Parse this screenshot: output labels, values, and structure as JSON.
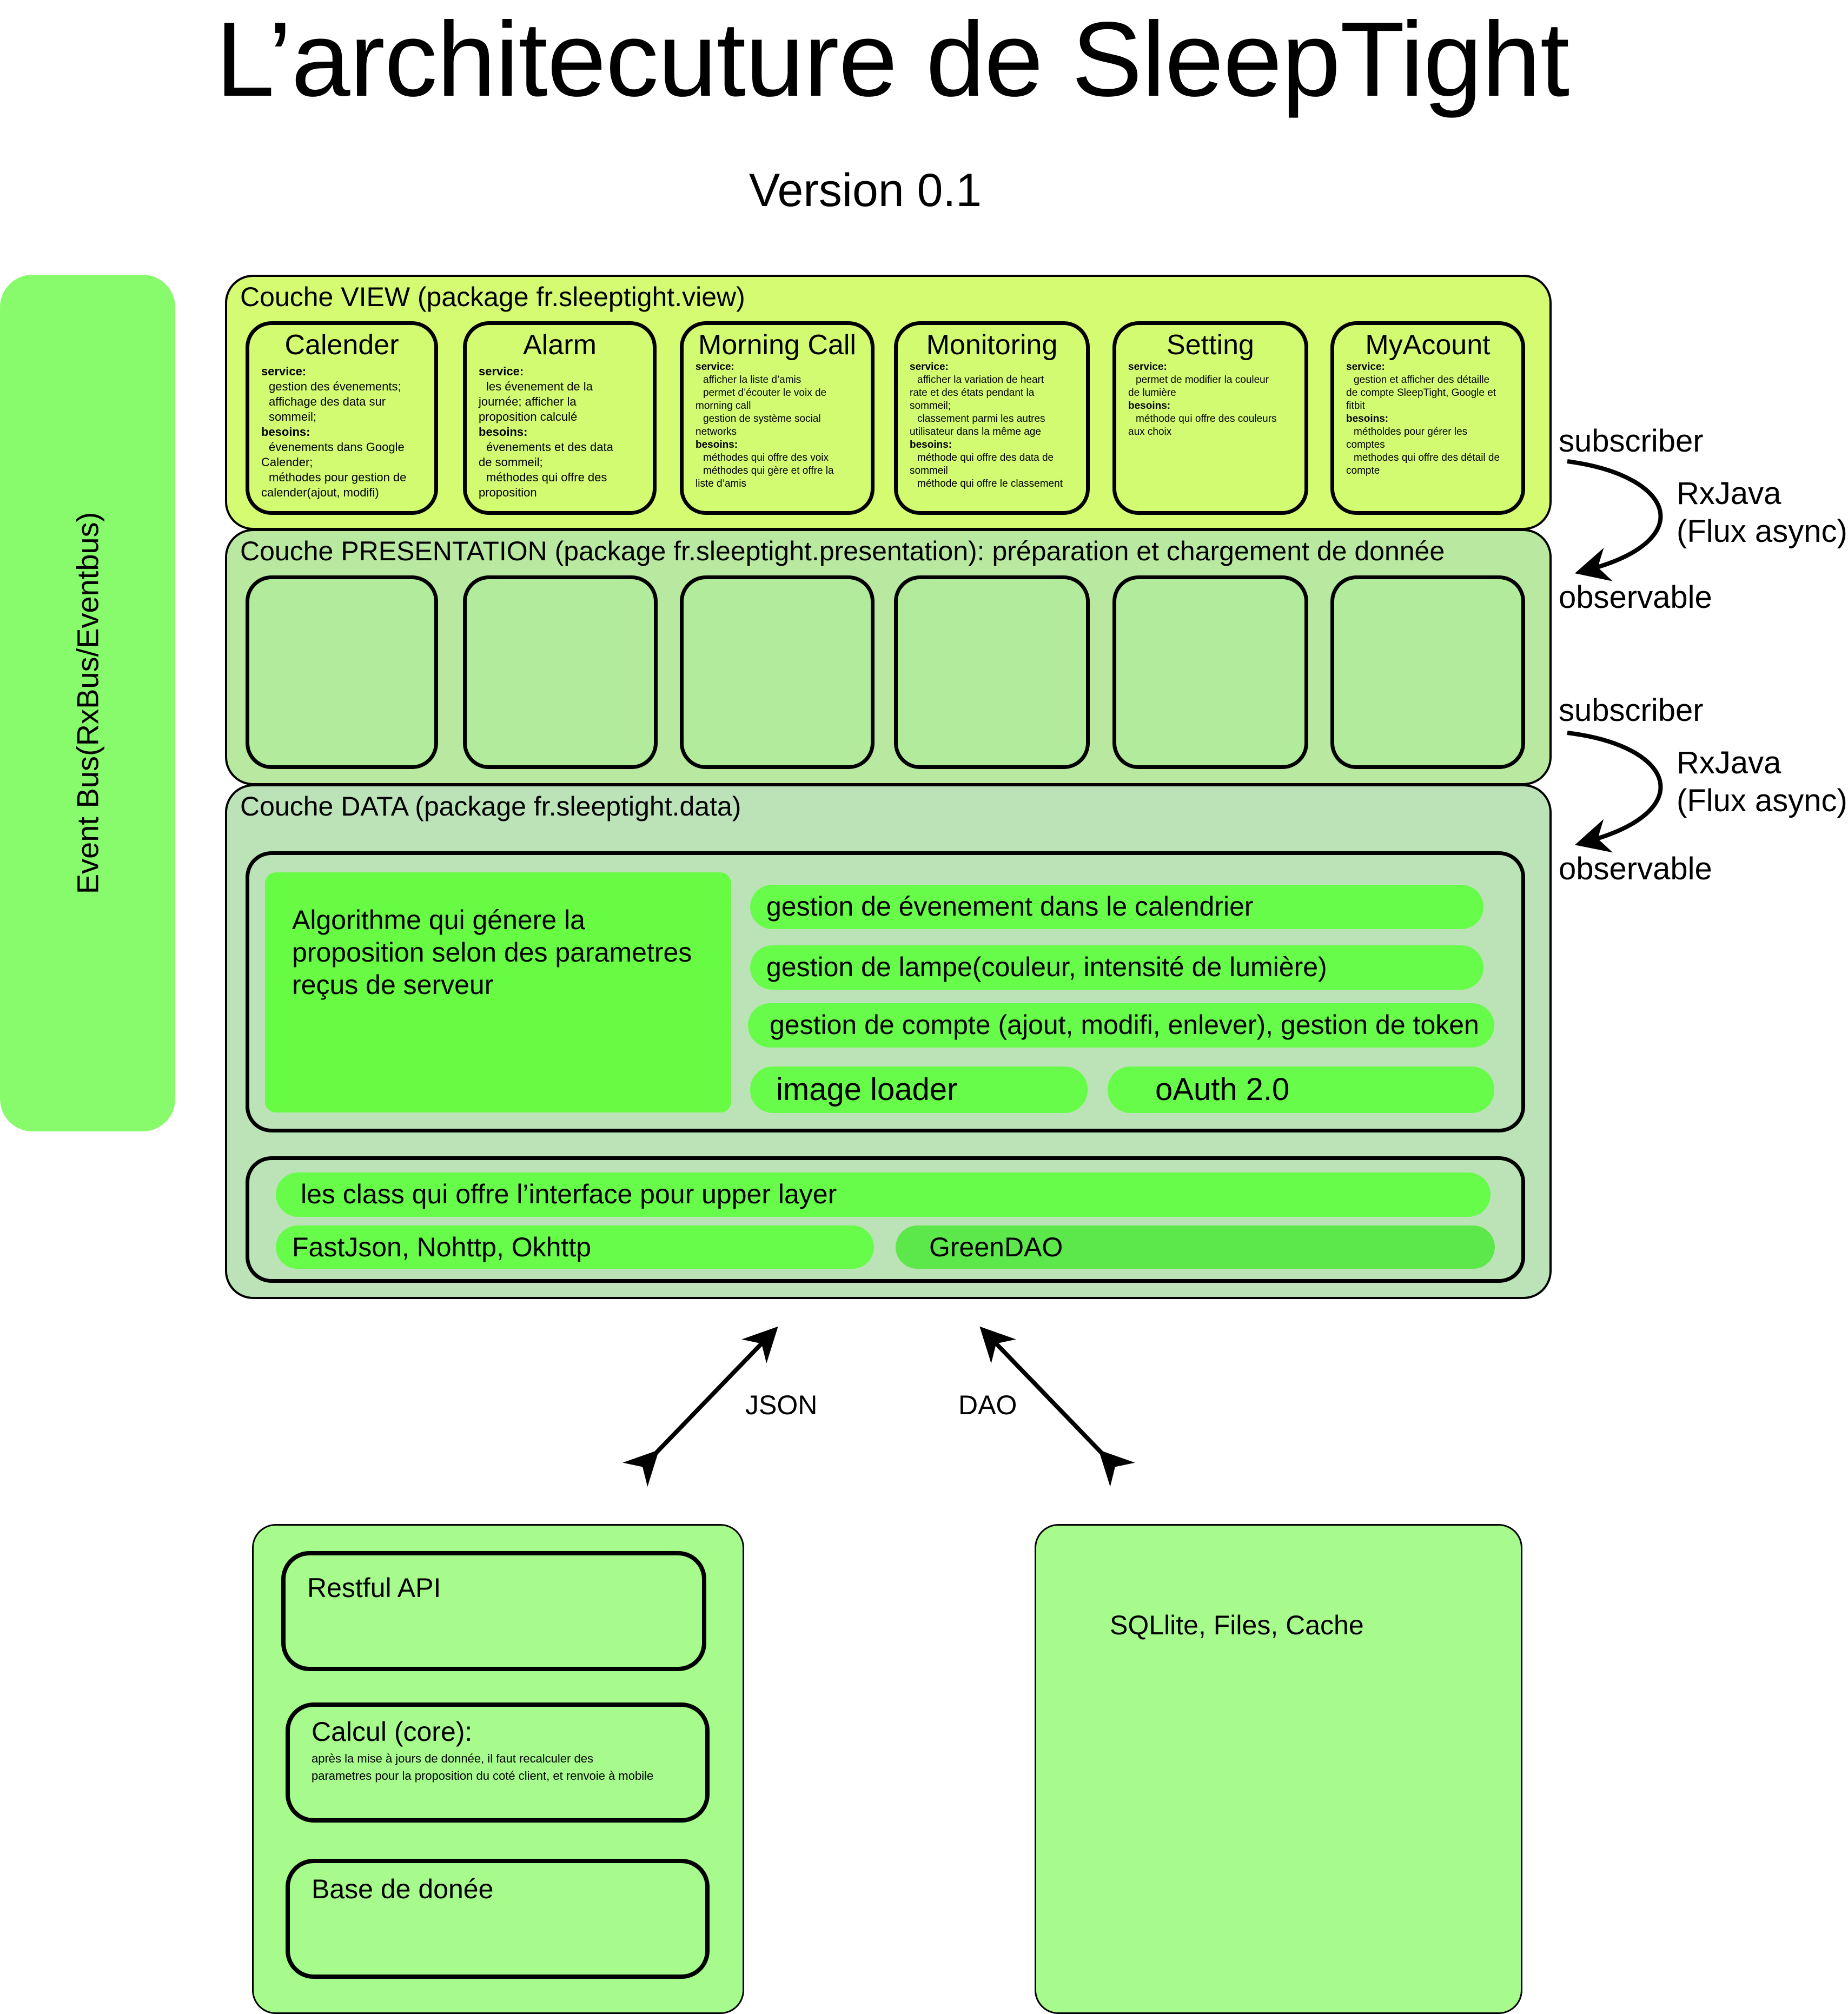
{
  "title": "L’architecuture de SleepTight",
  "version": "Version 0.1",
  "event_bus": "Event Bus(RxBus/Eventbus)",
  "view_layer": {
    "label": "Couche VIEW  (package fr.sleeptight.view)",
    "modules": [
      {
        "title": "Calender",
        "lines": [
          {
            "bold": true,
            "text": "service:"
          },
          {
            "text": "gestion des évenements;",
            "indent": true
          },
          {
            "text": "affichage des data sur",
            "indent": true
          },
          {
            "text": "sommeil;",
            "indent": true
          },
          {
            "bold": true,
            "text": "besoins:"
          },
          {
            "text": "évenements dans Google",
            "indent": true
          },
          {
            "text": "Calender;"
          },
          {
            "text": "méthodes pour gestion de",
            "indent": true
          },
          {
            "text": "calender(ajout, modifi)"
          }
        ]
      },
      {
        "title": "Alarm",
        "lines": [
          {
            "bold": true,
            "text": "service:"
          },
          {
            "text": "les évenement de la",
            "indent": true
          },
          {
            "text": "journée;  afficher la"
          },
          {
            "text": "proposition calculé"
          },
          {
            "bold": true,
            "text": "besoins:"
          },
          {
            "text": "évenements et des data",
            "indent": true
          },
          {
            "text": "de sommeil;"
          },
          {
            "text": "méthodes qui offre des",
            "indent": true
          },
          {
            "text": "proposition"
          }
        ]
      },
      {
        "title": "Morning Call",
        "lines": [
          {
            "bold": true,
            "text": "service:"
          },
          {
            "text": "afficher la liste d’amis",
            "indent": true
          },
          {
            "text": "permet d’écouter le voix de",
            "indent": true
          },
          {
            "text": "morning call"
          },
          {
            "text": "gestion de système social",
            "indent": true
          },
          {
            "text": "networks"
          },
          {
            "bold": true,
            "text": "besoins:"
          },
          {
            "text": "méthodes qui offre des voix",
            "indent": true
          },
          {
            "text": "méthodes qui gère et offre la",
            "indent": true
          },
          {
            "text": "liste d’amis"
          }
        ]
      },
      {
        "title": "Monitoring",
        "lines": [
          {
            "bold": true,
            "text": "service:"
          },
          {
            "text": "afficher la variation de heart",
            "indent": true
          },
          {
            "text": "rate et des états pendant la"
          },
          {
            "text": "sommeil;"
          },
          {
            "text": "classement parmi les autres",
            "indent": true
          },
          {
            "text": "utilisateur dans la même age"
          },
          {
            "bold": true,
            "text": "besoins:"
          },
          {
            "text": "méthode qui offre des data de",
            "indent": true
          },
          {
            "text": "sommeil"
          },
          {
            "text": "méthode qui offre le classement",
            "indent": true
          }
        ]
      },
      {
        "title": "Setting",
        "lines": [
          {
            "bold": true,
            "text": "service:"
          },
          {
            "text": "permet de modifier la couleur",
            "indent": true
          },
          {
            "text": "de lumière"
          },
          {
            "bold": true,
            "text": "besoins:"
          },
          {
            "text": "méthode qui offre des couleurs",
            "indent": true
          },
          {
            "text": "aux choix"
          }
        ]
      },
      {
        "title": "MyAcount",
        "lines": [
          {
            "bold": true,
            "text": "service:"
          },
          {
            "text": "gestion et afficher des détaille",
            "indent": true
          },
          {
            "text": "de compte SleepTight, Google et"
          },
          {
            "text": "fitbit"
          },
          {
            "bold": true,
            "text": "besoins:"
          },
          {
            "text": "métholdes pour gérer les",
            "indent": true
          },
          {
            "text": "comptes"
          },
          {
            "text": "methodes qui offre des détail de",
            "indent": true
          },
          {
            "text": "compte"
          }
        ]
      }
    ]
  },
  "presentation_layer": {
    "label": "Couche PRESENTATION (package fr.sleeptight.presentation): préparation et chargement de donnée"
  },
  "data_layer": {
    "label": "Couche DATA (package fr.sleeptight.data)",
    "algorithm": [
      "Algorithme qui génere la",
      "proposition selon des parametres",
      "reçus de serveur"
    ],
    "pills": {
      "calendar": "gestion de évenement dans le calendrier",
      "lamp": "gestion de lampe(couleur, intensité de lumière)",
      "account": "gestion de compte (ajout, modifi, enlever), gestion de token",
      "image_loader": "image loader",
      "oauth": "oAuth 2.0",
      "interface": "les class qui offre l’interface pour upper layer",
      "libs": "FastJson, Nohttp, Okhttp",
      "greendao": "GreenDAO"
    }
  },
  "flow_annotations": {
    "subscriber": "subscriber",
    "rxjava": "RxJava",
    "flux": "(Flux async)",
    "observable": "observable"
  },
  "connections": {
    "json": "JSON",
    "dao": "DAO"
  },
  "server": {
    "restful": "Restful API",
    "calcul_title": "Calcul (core):",
    "calcul_note": [
      "après la mise à jours de donnée, il faut recalculer des",
      "parametres pour la proposition du coté client, et renvoie à mobile"
    ],
    "database": "Base de donée"
  },
  "local_storage": {
    "label": "SQLlite, Files, Cache"
  },
  "colors": {
    "view_layer": "#d5fb73",
    "presentation_layer": "#b9e8a0",
    "data_layer": "#bce3b7",
    "pill_green": "#67fb4a",
    "event_bus": "#87fb6b",
    "backend": "#a6fb8c"
  }
}
